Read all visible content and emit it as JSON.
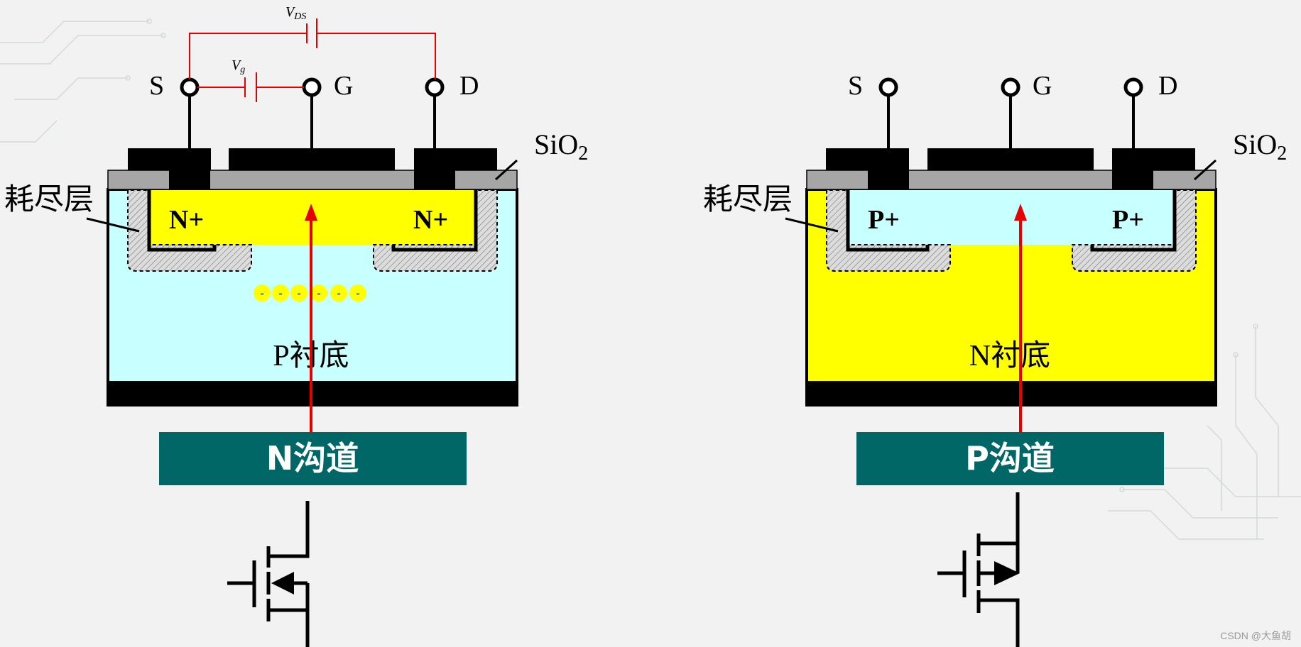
{
  "left": {
    "terminal_s": "S",
    "terminal_g": "G",
    "terminal_d": "D",
    "oxide_base": "SiO",
    "oxide_sub": "2",
    "depletion_label": "耗尽层",
    "source_region": "N+",
    "drain_region": "N+",
    "substrate_label": "P衬底",
    "channel_banner": "N沟道",
    "electron_mark": "-",
    "vds_base": "V",
    "vds_sub": "DS",
    "vg_base": "V",
    "vg_sub": "g"
  },
  "right": {
    "terminal_s": "S",
    "terminal_g": "G",
    "terminal_d": "D",
    "oxide_base": "SiO",
    "oxide_sub": "2",
    "depletion_label": "耗尽层",
    "source_region": "P+",
    "drain_region": "P+",
    "substrate_label": "N衬底",
    "channel_banner": "P沟道"
  },
  "watermark": "CSDN @大鱼胡",
  "colors": {
    "background": "#f2f2f2",
    "yellow": "#ffff00",
    "light_cyan": "#c8ffff",
    "banner_teal": "#006666",
    "oxide_gray": "#a6a6a6",
    "circuit_red": "#e60000"
  }
}
